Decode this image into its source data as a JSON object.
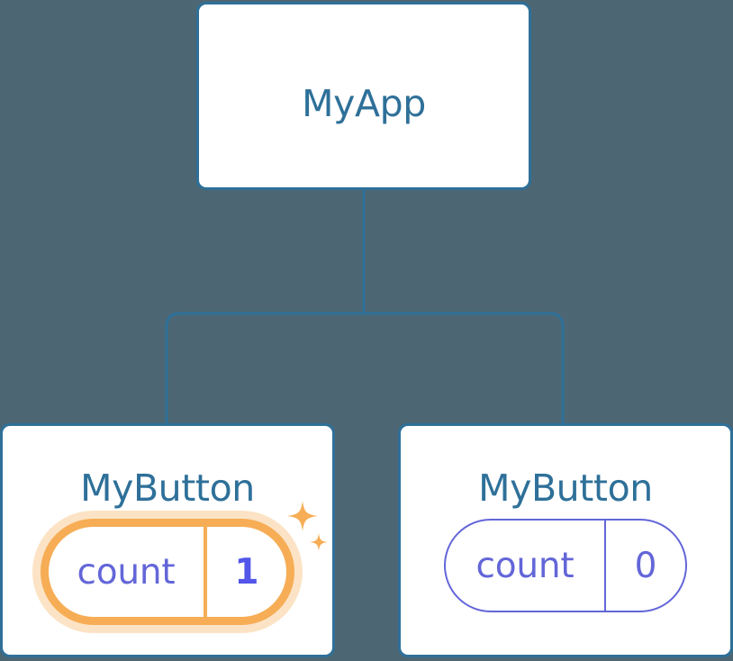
{
  "diagram": {
    "type": "component-tree",
    "background_color": "#4c6673",
    "node_border_color": "#2e7099",
    "node_title_color": "#2e7099",
    "state_color": "#6366d8",
    "highlight_color": "#f6ad55",
    "highlight_glow_color": "#fbdcb0",
    "highlight_value_color": "#5356e8",
    "connector_color": "#2e7099"
  },
  "root": {
    "title": "MyApp"
  },
  "children": [
    {
      "title": "MyButton",
      "state_key": "count",
      "state_value": "1",
      "highlighted": true,
      "sparkle_large": "sparkle-icon",
      "sparkle_small": "sparkle-icon"
    },
    {
      "title": "MyButton",
      "state_key": "count",
      "state_value": "0",
      "highlighted": false
    }
  ]
}
